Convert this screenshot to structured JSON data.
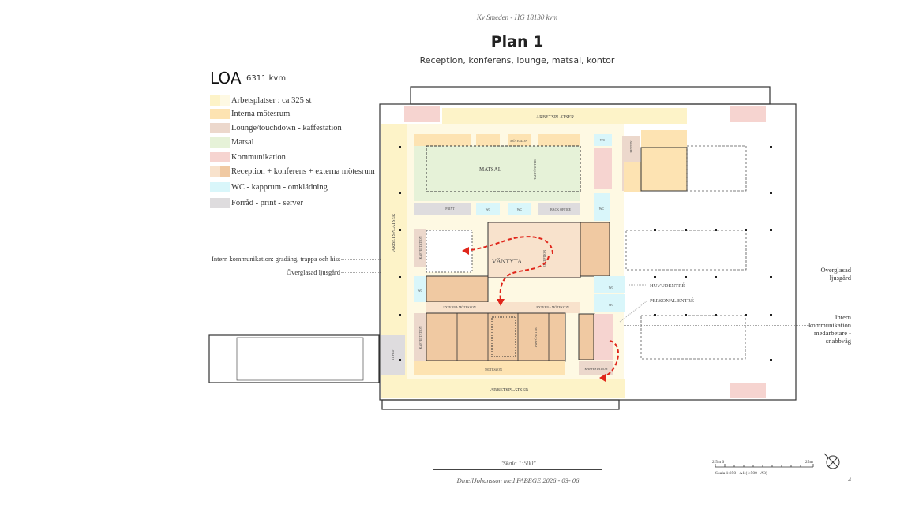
{
  "header": {
    "project": "Kv Smeden - HG 18130 kvm",
    "title": "Plan 1",
    "subtitle": "Reception, konferens, lounge, matsal, kontor"
  },
  "area": {
    "label": "LOA",
    "value": "6311 kvm"
  },
  "legend": [
    {
      "label": "Arbetsplatser : ca 325 st",
      "colors": [
        "#fdf3c8",
        "#fef9e3"
      ]
    },
    {
      "label": "Interna mötesrum",
      "colors": [
        "#fde3b2"
      ]
    },
    {
      "label": "Lounge/touchdown - kaffestation",
      "colors": [
        "#ecd8cc"
      ]
    },
    {
      "label": "Matsal",
      "colors": [
        "#e6f2d8"
      ]
    },
    {
      "label": "Kommunikation",
      "colors": [
        "#f6d4d0"
      ]
    },
    {
      "label": "Reception + konferens + externa mötesrum",
      "colors": [
        "#f8e2cc",
        "#f0c9a2"
      ]
    },
    {
      "label": "WC - kapprum - omklädning",
      "colors": [
        "#d9f6fa"
      ]
    },
    {
      "label": "Förråd - print - server",
      "colors": [
        "#dedcde"
      ]
    }
  ],
  "annotations": {
    "left": [
      "Intern kommunikation: gradäng, trappa och hiss",
      "Överglasad ljusgård"
    ],
    "right": [
      "Överglasad ljusgård",
      "Intern kommunikation medarbetare - snabbväg"
    ],
    "plan": [
      "HUVUDENTRÉ",
      "PERSONAL ENTRÉ"
    ]
  },
  "rooms": {
    "arbetsplatser_top": "ARBETSPLATSER",
    "arbetsplatser_left": "ARBETSPLATSER",
    "arbetsplatser_bottom": "ARBETSPLATSER",
    "matsal": "MATSAL",
    "moteszon_top": "MÖTESZON",
    "print": "PRINT",
    "wc": "WC",
    "back_office": "BACK OFFICE",
    "pentry": "PENTRY",
    "vantyta": "VÄNTYTA",
    "reception": "RECEPTION",
    "kaffestation": "KAFFESTATION",
    "externa_moteszon": "EXTERNA MÖTESZON",
    "moteszon_bottom": "MÖTESZON",
    "it_prd": "IT PRD",
    "takfonster": "TAKFÖNSTER"
  },
  "colors": {
    "arrow": "#e0261b"
  },
  "footer": {
    "scale": "\"Skala 1:500\"",
    "credit": "DinellJohansson med FABEGE   2026 - 03- 06",
    "page": "4",
    "scalebar": {
      "left": "2.5m  0",
      "right": "25m",
      "caption": "Skala 1:250 - A1 (1:500 - A3)"
    }
  }
}
